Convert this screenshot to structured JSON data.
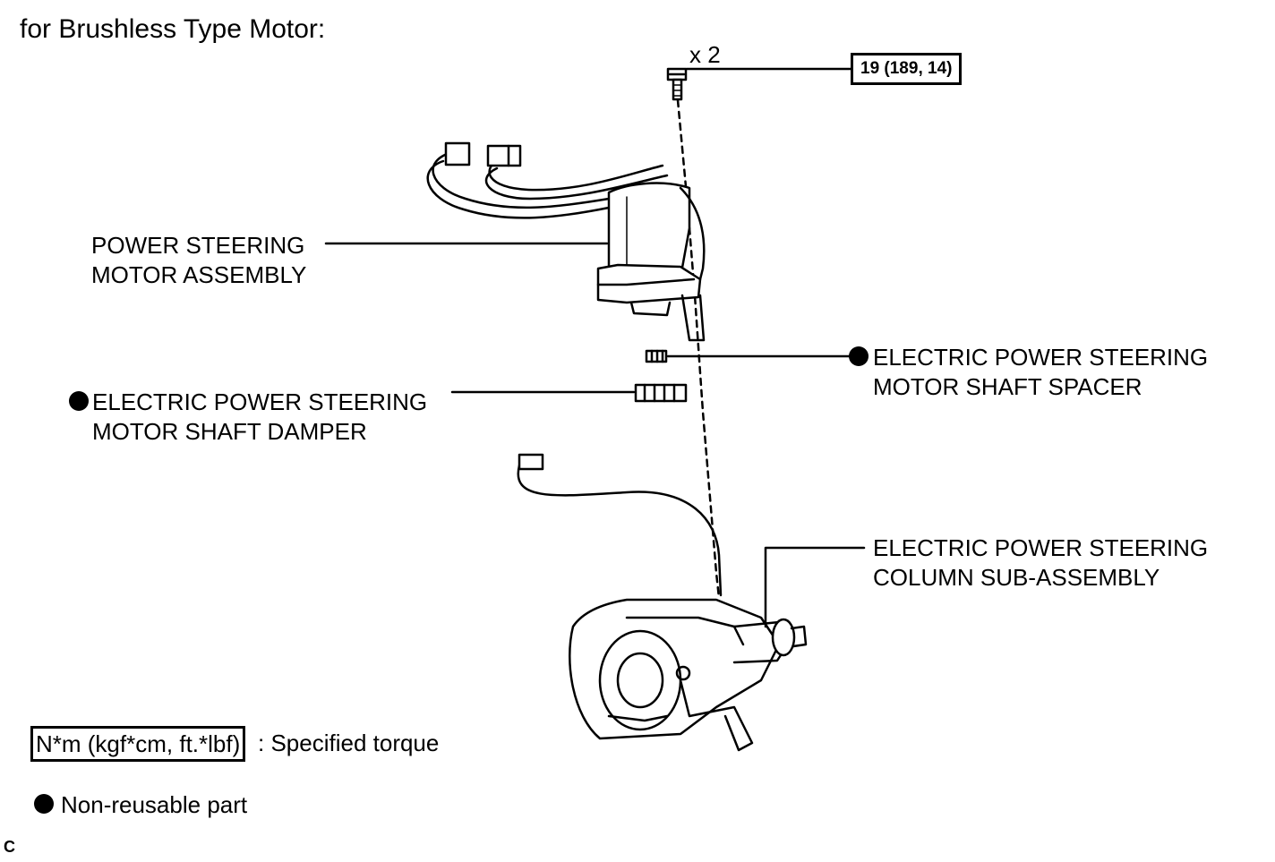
{
  "title": "for Brushless Type Motor:",
  "bolt_qty": "x 2",
  "torque_value": "19 (189, 14)",
  "labels": {
    "motor_assembly": [
      "POWER STEERING",
      "MOTOR ASSEMBLY"
    ],
    "shaft_spacer": [
      "ELECTRIC POWER STEERING",
      "MOTOR SHAFT SPACER"
    ],
    "shaft_damper": [
      "ELECTRIC POWER STEERING",
      "MOTOR SHAFT DAMPER"
    ],
    "column_sub_assembly": [
      "ELECTRIC POWER STEERING",
      "COLUMN SUB-ASSEMBLY"
    ]
  },
  "legend": {
    "torque_unit": "N*m (kgf*cm, ft.*lbf)",
    "torque_desc": ": Specified torque",
    "non_reusable": "Non-reusable part"
  },
  "corner_code": "C"
}
